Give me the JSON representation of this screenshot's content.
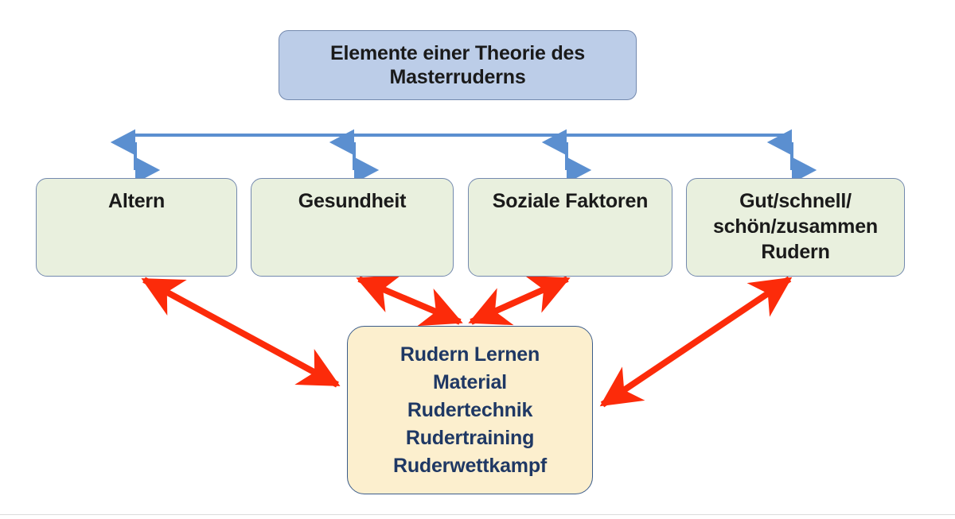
{
  "diagram": {
    "title_node": {
      "label": "Elemente einer Theorie des Masterruderns",
      "fill": "#BCCDE8",
      "border": "#7389AE",
      "text_color": "#1A1A1A"
    },
    "category_nodes": [
      {
        "label": "Altern",
        "fill": "#E9F0DE",
        "border": "#7389AE",
        "text_color": "#1A1A1A"
      },
      {
        "label": "Gesundheit",
        "fill": "#E9F0DE",
        "border": "#7389AE",
        "text_color": "#1A1A1A"
      },
      {
        "label": "Soziale Faktoren",
        "fill": "#E9F0DE",
        "border": "#7389AE",
        "text_color": "#1A1A1A"
      },
      {
        "label": "Gut/schnell/ schön/zusammen Rudern",
        "fill": "#E9F0DE",
        "border": "#7389AE",
        "text_color": "#1A1A1A"
      }
    ],
    "center_node": {
      "label": "Rudern Lernen Material Rudertechnik Rudertraining Ruderwettkampf",
      "lines": [
        "Rudern Lernen",
        "Material",
        "Rudertechnik",
        "Rudertraining",
        "Ruderwettkampf"
      ],
      "fill": "#FCEFCE",
      "border": "#3B5C8A",
      "text_color": "#1F3864"
    },
    "connectors": {
      "blue_color": "#5B8FD0",
      "red_color": "#FC2B0A",
      "blue_bar_label": "title-to-categories-bus",
      "blue_arrow_count": 4,
      "red_arrow_count": 4
    }
  }
}
